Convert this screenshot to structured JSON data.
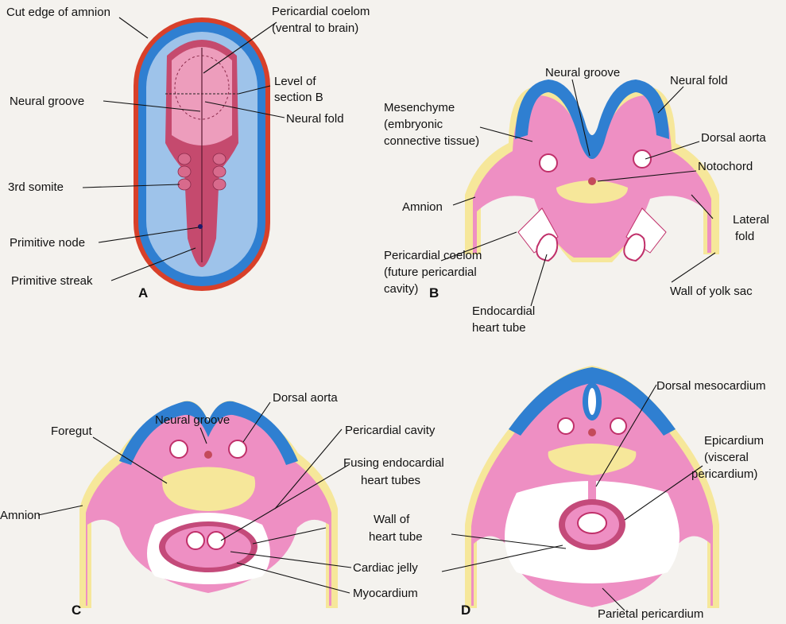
{
  "panels": {
    "A": {
      "letter": "A",
      "labels": {
        "cut_edge_amnion": "Cut edge of amnion",
        "pericardial_coelom_1": "Pericardial coelom",
        "pericardial_coelom_2": "(ventral to brain)",
        "level_1": "Level of",
        "level_2": "section B",
        "neural_groove": "Neural groove",
        "neural_fold": "Neural fold",
        "third_somite": "3rd somite",
        "primitive_node": "Primitive node",
        "primitive_streak": "Primitive streak"
      }
    },
    "B": {
      "letter": "B",
      "labels": {
        "neural_groove": "Neural groove",
        "neural_fold": "Neural fold",
        "mesenchyme_1": "Mesenchyme",
        "mesenchyme_2": "(embryonic",
        "mesenchyme_3": "connective tissue)",
        "dorsal_aorta": "Dorsal aorta",
        "notochord": "Notochord",
        "amnion": "Amnion",
        "lateral_1": "Lateral",
        "lateral_2": "fold",
        "pericardial_coelom_1": "Pericardial coelom",
        "pericardial_coelom_2": "(future pericardial",
        "pericardial_coelom_3": "cavity)",
        "wall_yolk_sac": "Wall of yolk sac",
        "endocardial_1": "Endocardial",
        "endocardial_2": "heart tube"
      }
    },
    "C": {
      "letter": "C",
      "labels": {
        "neural_groove": "Neural groove",
        "dorsal_aorta": "Dorsal aorta",
        "foregut": "Foregut",
        "pericardial_cavity": "Pericardial cavity",
        "fusing_1": "Fusing endocardial",
        "fusing_2": "heart tubes",
        "amnion": "Amnion",
        "wall_of_1": "Wall of",
        "wall_of_2": "heart tube",
        "cardiac_jelly": "Cardiac jelly",
        "myocardium": "Myocardium"
      }
    },
    "D": {
      "letter": "D",
      "labels": {
        "dorsal_mesocardium": "Dorsal mesocardium",
        "epicardium_1": "Epicardium",
        "epicardium_2": "(visceral",
        "epicardium_3": "pericardium)",
        "parietal_pericardium": "Parietal pericardium"
      }
    }
  },
  "colors": {
    "pink": "#ee8fc3",
    "blue": "#2f7fd1",
    "light_blue": "#9ec3ea",
    "yellow": "#f6e79a",
    "red_edge": "#d8402a",
    "deep_red": "#b53a5a",
    "background": "#f4f2ee"
  }
}
